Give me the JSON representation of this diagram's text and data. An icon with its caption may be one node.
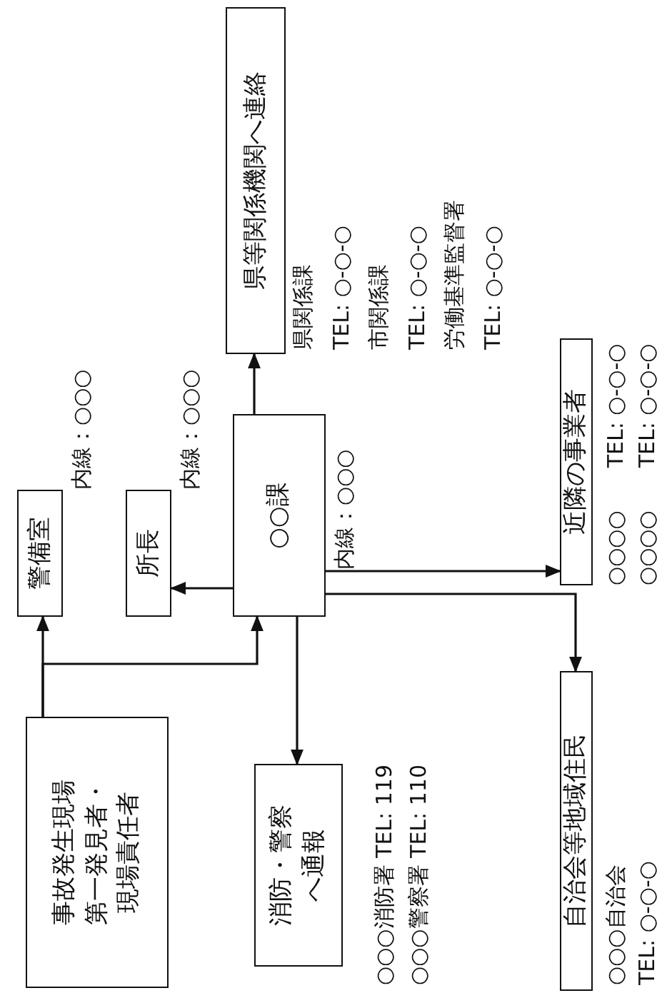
{
  "diagram": {
    "nodes": [
      {
        "text": [
          "事故発生現場",
          "第一発見者・現場責任者"
        ]
      },
      {
        "text": [
          "警備室"
        ],
        "beside": [
          "内線：○○○"
        ]
      },
      {
        "text": [
          "所長"
        ],
        "beside": [
          "内線：○○○"
        ]
      },
      {
        "text": [
          "○○課"
        ],
        "beside": [
          "内線：○○○"
        ]
      },
      {
        "text": [
          "県等関係機関へ連絡"
        ],
        "beside": [
          "県関係課",
          "TEL: ○-○-○",
          "市関係課",
          "TEL: ○-○-○",
          "労働基準監督署",
          "TEL: ○-○-○"
        ]
      },
      {
        "text": [
          "消防・警察へ通報"
        ],
        "beside": [
          "○○○消防署 TEL: 119",
          "○○○警察署 TEL: 110"
        ]
      },
      {
        "text": [
          "近隣の事業者"
        ],
        "beside": [
          "○○○○　　TEL: ○-○-○",
          "○○○○　　TEL: ○-○-○"
        ]
      },
      {
        "text": [
          "自治会等地域住民"
        ],
        "beside": [
          "○○○自治会",
          "TEL: ○-○-○"
        ]
      }
    ],
    "edges": [
      {
        "from": 0,
        "to": 1,
        "arrow": "to"
      },
      {
        "from": 0,
        "to": 3,
        "arrow": "to"
      },
      {
        "from": 3,
        "to": 2,
        "arrow": "to"
      },
      {
        "from": 3,
        "to": 4,
        "arrow": "to"
      },
      {
        "from": 3,
        "to": 5,
        "arrow": "to"
      },
      {
        "from": 3,
        "to": 6,
        "arrow": "to"
      },
      {
        "from": 3,
        "to": 7,
        "arrow": "to"
      }
    ]
  }
}
